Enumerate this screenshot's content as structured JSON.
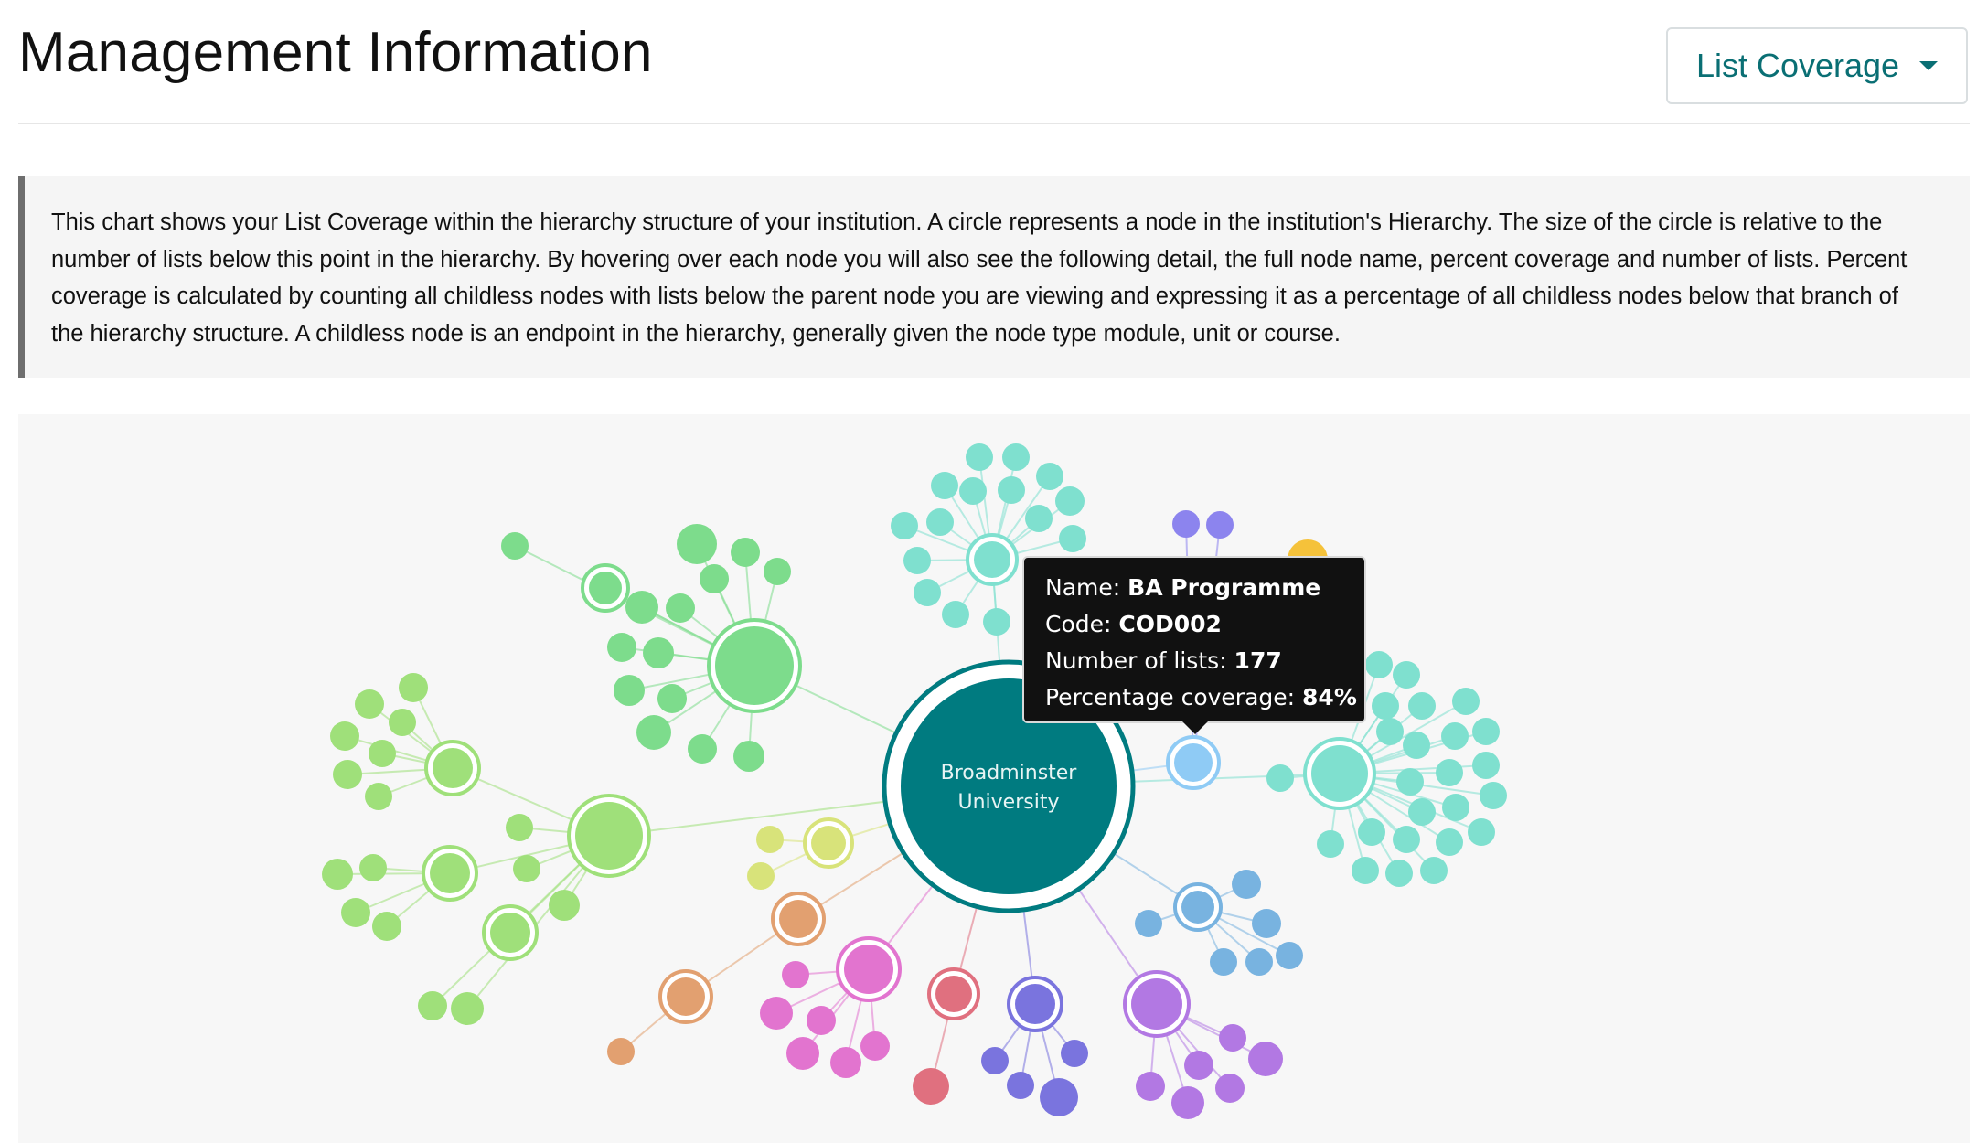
{
  "header": {
    "title": "Management Information",
    "report_select": {
      "selected": "List Coverage"
    }
  },
  "description": {
    "text": "This chart shows your List Coverage within the hierarchy structure of your institution. A circle represents a node in the institution's Hierarchy. The size of the circle is relative to the number of lists below this point in the hierarchy. By hovering over each node you will also see the following detail, the full node name, percent coverage and number of lists. Percent coverage is calculated by counting all childless nodes with lists below the parent node you are viewing and expressing it as a percentage of all childless nodes below that branch of the hierarchy structure. A childless node is an endpoint in the hierarchy, generally given the node type module, unit or course."
  },
  "chart": {
    "root": {
      "line1": "Broadminster",
      "line2": "University",
      "color": "#007b80"
    },
    "colors": {
      "green": "#7ddc8c",
      "lime": "#9fe07a",
      "teal": "#7fe0cf",
      "lightblue": "#8fcbf5",
      "blue": "#78b3e0",
      "purple": "#b278e3",
      "indigo": "#7a74de",
      "red": "#e0707f",
      "pink": "#e274cf",
      "orange": "#e2a070",
      "yellow": "#d8e37a",
      "violet": "#8c84ee",
      "gold": "#f5c23a"
    }
  },
  "tooltip": {
    "name_label": "Name:",
    "name_value": "BA Programme",
    "code_label": "Code:",
    "code_value": "COD002",
    "lists_label": "Number of lists:",
    "lists_value": "177",
    "coverage_label": "Percentage coverage:",
    "coverage_value": "84%"
  }
}
